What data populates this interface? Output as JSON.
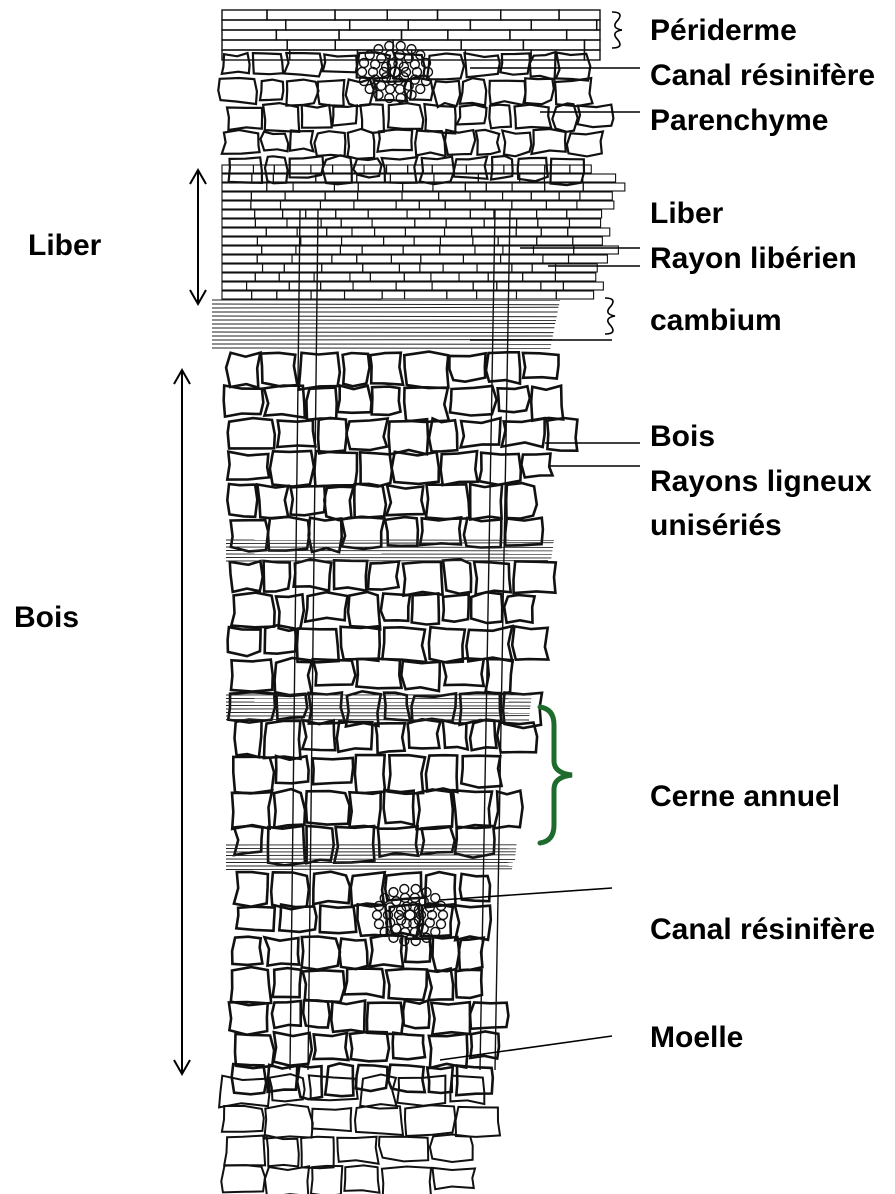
{
  "colors": {
    "ink": "#000000",
    "brace": "#1e6b2e",
    "background": "#ffffff"
  },
  "labels_right": {
    "periderme": "Périderme",
    "canal_resinifere_top": "Canal résinifère",
    "parenchyme": "Parenchyme",
    "liber": "Liber",
    "rayon_liberien": "Rayon libérien",
    "cambium": "cambium",
    "bois": "Bois",
    "rayons_ligneux_1": "Rayons ligneux",
    "rayons_ligneux_2": "unisériés",
    "cerne_annuel": "Cerne annuel",
    "canal_resinifere_bottom": "Canal résinifère",
    "moelle": "Moelle"
  },
  "labels_left": {
    "liber": "Liber",
    "bois": "Bois"
  }
}
